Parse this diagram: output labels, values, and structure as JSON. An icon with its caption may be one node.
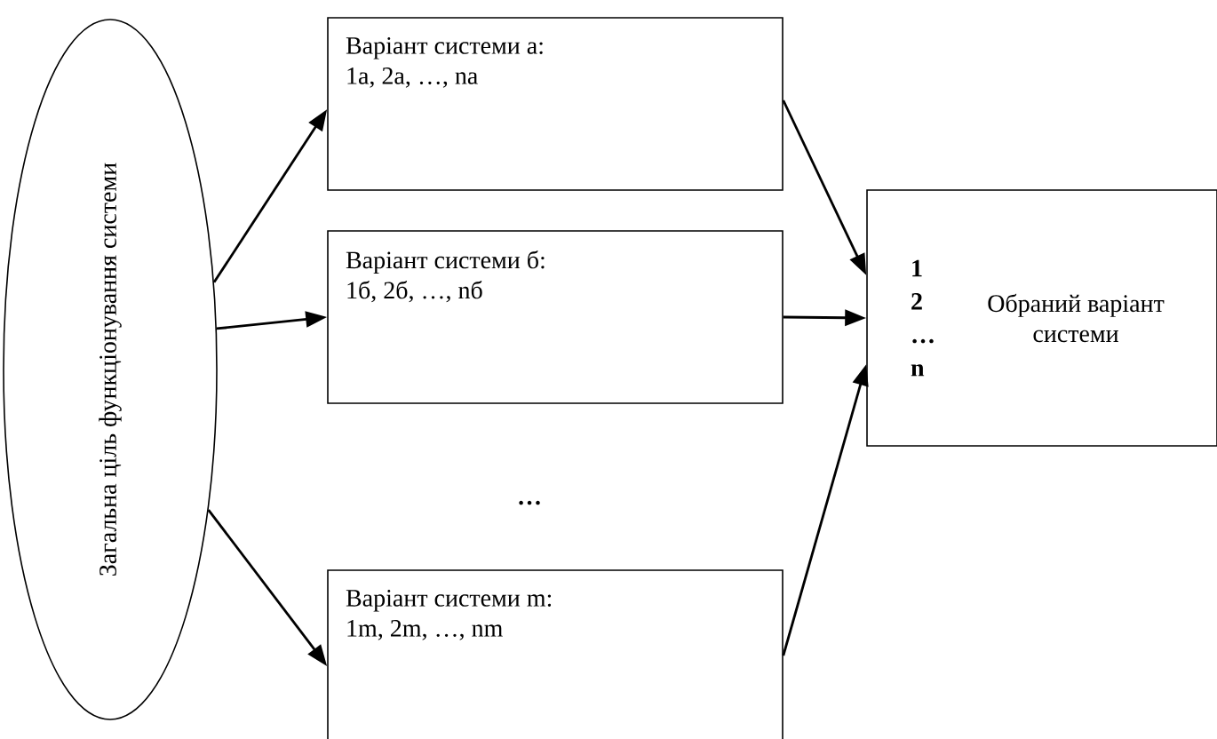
{
  "diagram": {
    "nodes": [
      {
        "text": [
          "Загальна ціль функціонування системи"
        ]
      },
      {
        "text": [
          "Варіант системи а:",
          "1а, 2а, …, nа"
        ]
      },
      {
        "text": [
          "Варіант системи б:",
          "1б, 2б, …, nб"
        ]
      },
      {
        "text": [
          "Варіант системи m:",
          "1m, 2m, …, nm"
        ]
      },
      {
        "text": [
          "1",
          "2",
          "…",
          "n",
          "Обраний варіант системи"
        ]
      }
    ],
    "edges": [
      {
        "from": 0,
        "to": 1,
        "arrow": "to"
      },
      {
        "from": 0,
        "to": 2,
        "arrow": "to"
      },
      {
        "from": 0,
        "to": 3,
        "arrow": "to"
      },
      {
        "from": 1,
        "to": 4,
        "arrow": "to"
      },
      {
        "from": 2,
        "to": 4,
        "arrow": "to"
      },
      {
        "from": 3,
        "to": 4,
        "arrow": "to"
      }
    ],
    "labels": [
      "…"
    ]
  }
}
